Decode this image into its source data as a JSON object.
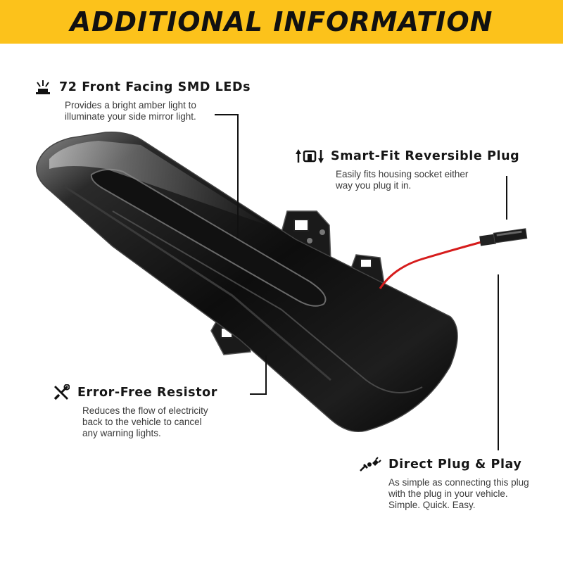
{
  "banner": {
    "title": "ADDITIONAL INFORMATION",
    "background": "#fcc21b"
  },
  "features": [
    {
      "icon": "led-light-icon",
      "title": "72 Front Facing SMD LEDs",
      "desc_lines": [
        "Provides a bright amber light to",
        "illuminate your side mirror light."
      ]
    },
    {
      "icon": "reversible-arrows-icon",
      "title": "Smart-Fit Reversible Plug",
      "desc_lines": [
        "Easily fits housing socket either",
        "way you plug it in."
      ]
    },
    {
      "icon": "tools-icon",
      "title": "Error-Free Resistor",
      "desc_lines": [
        "Reduces the flow of electricity",
        "back to the vehicle to cancel",
        "any warning lights."
      ]
    },
    {
      "icon": "plug-icon",
      "title": "Direct Plug & Play",
      "desc_lines": [
        "As simple as connecting this plug",
        "with the plug in your vehicle.",
        "Simple. Quick. Easy."
      ]
    }
  ],
  "product": {
    "name_icon": "side-mirror-led-light-image"
  }
}
